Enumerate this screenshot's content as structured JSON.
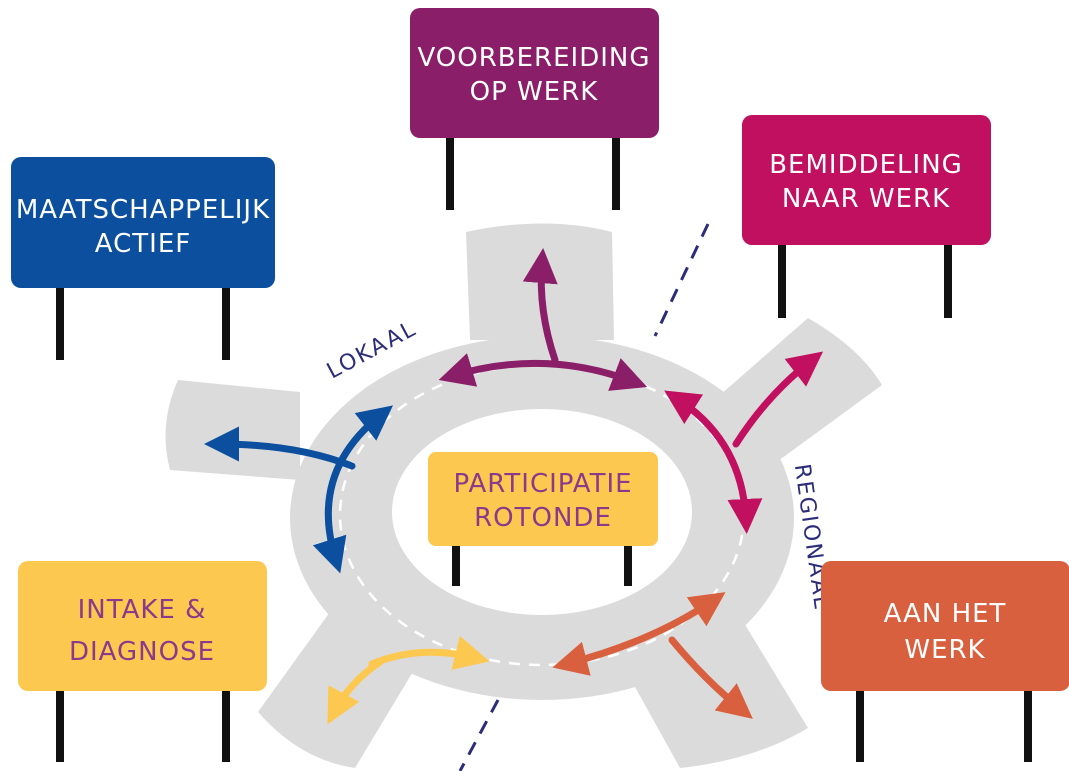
{
  "diagram": {
    "center_sign": {
      "line1": "PARTICIPATIE",
      "line2": "ROTONDE",
      "color": "#fcc850",
      "text_color": "#8a3a8a"
    },
    "signs": [
      {
        "id": "maatschappelijk-actief",
        "line1": "MAATSCHAPPELIJK",
        "line2": "ACTIEF",
        "color": "#0b4f9e",
        "text_color": "#ffffff"
      },
      {
        "id": "voorbereiding-op-werk",
        "line1": "VOORBEREIDING",
        "line2": "OP WERK",
        "color": "#8b1e68",
        "text_color": "#ffffff"
      },
      {
        "id": "bemiddeling-naar-werk",
        "line1": "BEMIDDELING",
        "line2": "NAAR WERK",
        "color": "#c0105f",
        "text_color": "#ffffff"
      },
      {
        "id": "intake-diagnose",
        "line1": "INTAKE &",
        "line2": "DIAGNOSE",
        "color": "#fcc850",
        "text_color": "#8a3a8a"
      },
      {
        "id": "aan-het-werk",
        "line1": "AAN HET",
        "line2": "WERK",
        "color": "#d9603f",
        "text_color": "#ffffff"
      }
    ],
    "zones": {
      "left": "LOKAAL",
      "right": "REGIONAAL"
    },
    "colors": {
      "road": "#dcdbdb",
      "lane_marking": "#ffffff",
      "divider": "#2c2d7a",
      "post": "#111111",
      "arrow_blue": "#0b4f9e",
      "arrow_purple": "#8b1e68",
      "arrow_magenta": "#c0105f",
      "arrow_yellow": "#fcc850",
      "arrow_orange": "#d9603f"
    }
  }
}
